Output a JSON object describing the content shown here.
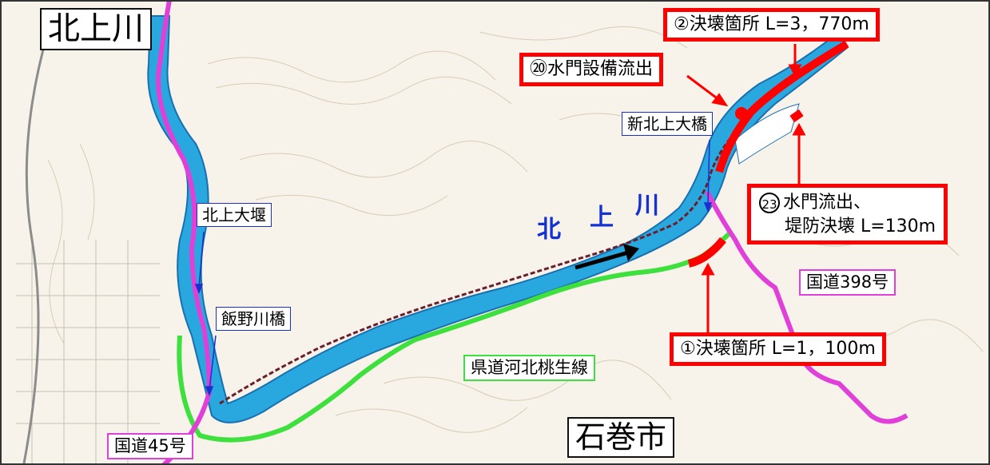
{
  "labels": {
    "river_title": "北上川",
    "city": "石巻市",
    "river_text_1": "北",
    "river_text_2": "上",
    "river_text_3": "川",
    "weir": "北上大堰",
    "bridge_iino": "飯野川橋",
    "bridge_shin": "新北上大橋",
    "prefectural_road": "県道河北桃生線",
    "route_398": "国道398号",
    "route_45": "国道45号",
    "breach_1": "①決壊箇所 L=1，100m",
    "breach_2": "②決壊箇所 L=3，770m",
    "gate_20": "⑳水門設備流出",
    "gate_23_num": "23",
    "gate_23_line1": "水門流出、",
    "gate_23_line2": "堤防決壊 L=130m"
  },
  "colors": {
    "river": "#29a8e0",
    "river_edge": "#1a6fae",
    "breach": "#ff0000",
    "prefectural_road": "#3de03d",
    "national_road": "#e040d8",
    "pointer_blue": "#1a2fd0",
    "flow_arrow": "#000000",
    "levee_line": "#6b1e2c"
  },
  "icons": {
    "flow_direction": "flow-arrow-icon",
    "breach_point": "breach-dot-icon"
  }
}
